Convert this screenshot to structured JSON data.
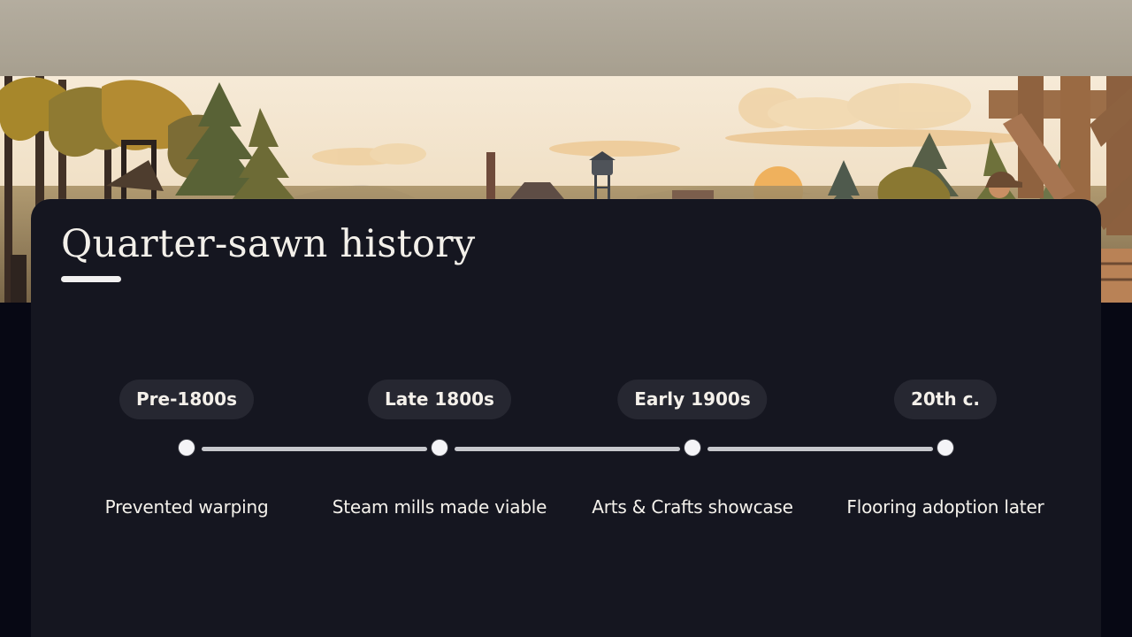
{
  "slide": {
    "title": "Quarter-sawn history"
  },
  "timeline": [
    {
      "period": "Pre-1800s",
      "event": "Prevented warping"
    },
    {
      "period": "Late 1800s",
      "event": "Steam mills made viable"
    },
    {
      "period": "Early 1900s",
      "event": "Arts & Crafts showcase"
    },
    {
      "period": "20th c.",
      "event": "Flooring adoption later"
    }
  ],
  "colors": {
    "background": "#070814",
    "card": "#151620",
    "pill": "#262731",
    "line": "#c7c8cd",
    "text": "#f4f0ea",
    "sun": "#efb15d",
    "forest": "#7e713a"
  },
  "illustration": {
    "subject": "autumn forest sawmill scene with sun, water tower, chimney, barn, timber frame and worker"
  }
}
